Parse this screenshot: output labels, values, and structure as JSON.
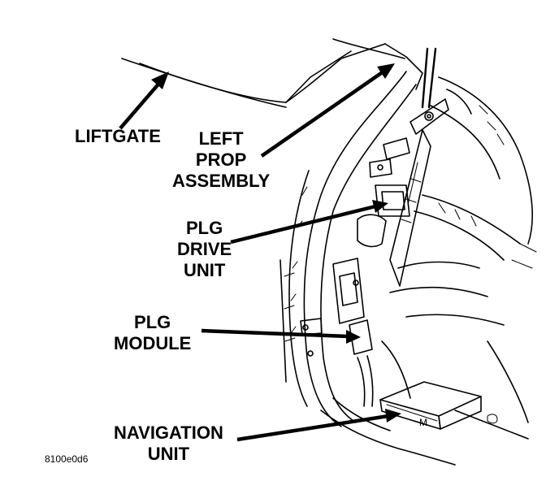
{
  "labels": {
    "liftgate": "LIFTGATE",
    "left_prop": [
      "LEFT",
      "PROP",
      "ASSEMBLY"
    ],
    "plg_drive": [
      "PLG",
      "DRIVE",
      "UNIT"
    ],
    "plg_module": [
      "PLG",
      "MODULE"
    ],
    "navigation": [
      "NAVIGATION",
      "UNIT"
    ]
  },
  "figure_code": "8100e0d6",
  "module_marking": "M"
}
